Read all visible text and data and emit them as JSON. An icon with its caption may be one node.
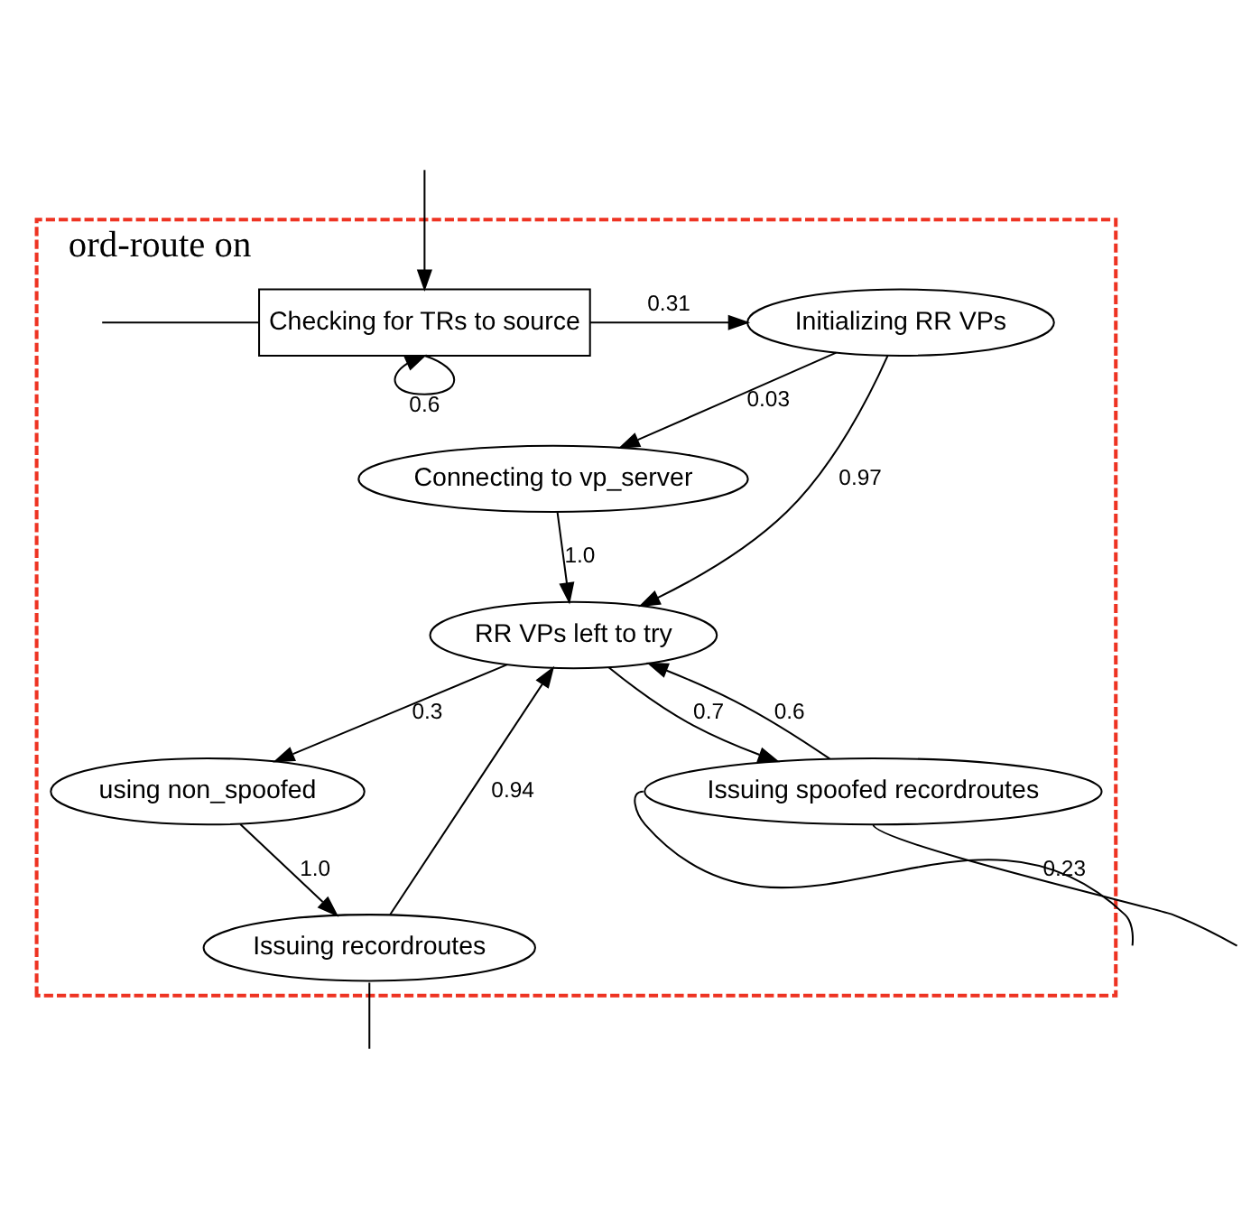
{
  "diagram": {
    "nodes": [
      {
        "text": [
          "ord-route on"
        ]
      },
      {
        "text": [
          "Checking for TRs to source"
        ],
        "in": 0
      },
      {
        "text": [
          "Initializing RR VPs"
        ],
        "in": 0
      },
      {
        "text": [
          "Connecting to vp_server"
        ],
        "in": 0
      },
      {
        "text": [
          "RR VPs left to try"
        ],
        "in": 0
      },
      {
        "text": [
          "using non_spoofed"
        ],
        "in": 0
      },
      {
        "text": [
          "Issuing recordroutes"
        ],
        "in": 0
      },
      {
        "text": [
          "Issuing spoofed recordroutes"
        ],
        "in": 0
      }
    ],
    "edges": [
      {
        "from": null,
        "to": 1,
        "arrow": "none"
      },
      {
        "from": null,
        "to": 1,
        "arrow": "to"
      },
      {
        "from": 1,
        "to": 1,
        "arrow": "to",
        "label": "0.6"
      },
      {
        "from": 1,
        "to": 2,
        "arrow": "to",
        "label": "0.31"
      },
      {
        "from": 2,
        "to": 3,
        "arrow": "to",
        "label": "0.03"
      },
      {
        "from": 2,
        "to": 4,
        "arrow": "to",
        "label": "0.97"
      },
      {
        "from": 3,
        "to": 4,
        "arrow": "to",
        "label": "1.0"
      },
      {
        "from": 4,
        "to": 5,
        "arrow": "to",
        "label": "0.3"
      },
      {
        "from": 5,
        "to": 6,
        "arrow": "to",
        "label": "1.0"
      },
      {
        "from": 6,
        "to": 4,
        "arrow": "to",
        "label": "0.94"
      },
      {
        "from": 4,
        "to": 7,
        "arrow": "to",
        "label": "0.7"
      },
      {
        "from": 7,
        "to": 4,
        "arrow": "to",
        "label": "0.6"
      },
      {
        "from": 6,
        "to": null,
        "arrow": "none"
      },
      {
        "from": 7,
        "to": null,
        "arrow": "none"
      },
      {
        "from": 7,
        "to": null,
        "arrow": "none",
        "label": "0.23"
      }
    ]
  }
}
